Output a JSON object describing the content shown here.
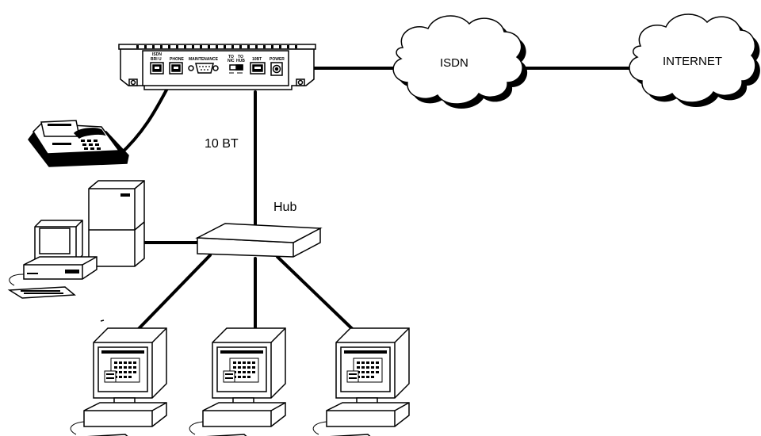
{
  "router": {
    "ports": {
      "isdn_line1": "ISDN",
      "isdn_line2": "BRI U",
      "phone": "PHONE",
      "maintenance": "MAINTENANCE",
      "to_nic_line1": "TO",
      "to_nic_line2": "NIC",
      "to_hub_line1": "TO",
      "to_hub_line2": "HUB",
      "tenbt": "10BT",
      "power": "POWER"
    }
  },
  "clouds": {
    "isdn": "ISDN",
    "internet": "INTERNET"
  },
  "labels": {
    "link_10bt": "10 BT",
    "hub": "Hub"
  },
  "colors": {
    "line": "#000000",
    "fill": "#ffffff",
    "shadow": "#000000"
  }
}
